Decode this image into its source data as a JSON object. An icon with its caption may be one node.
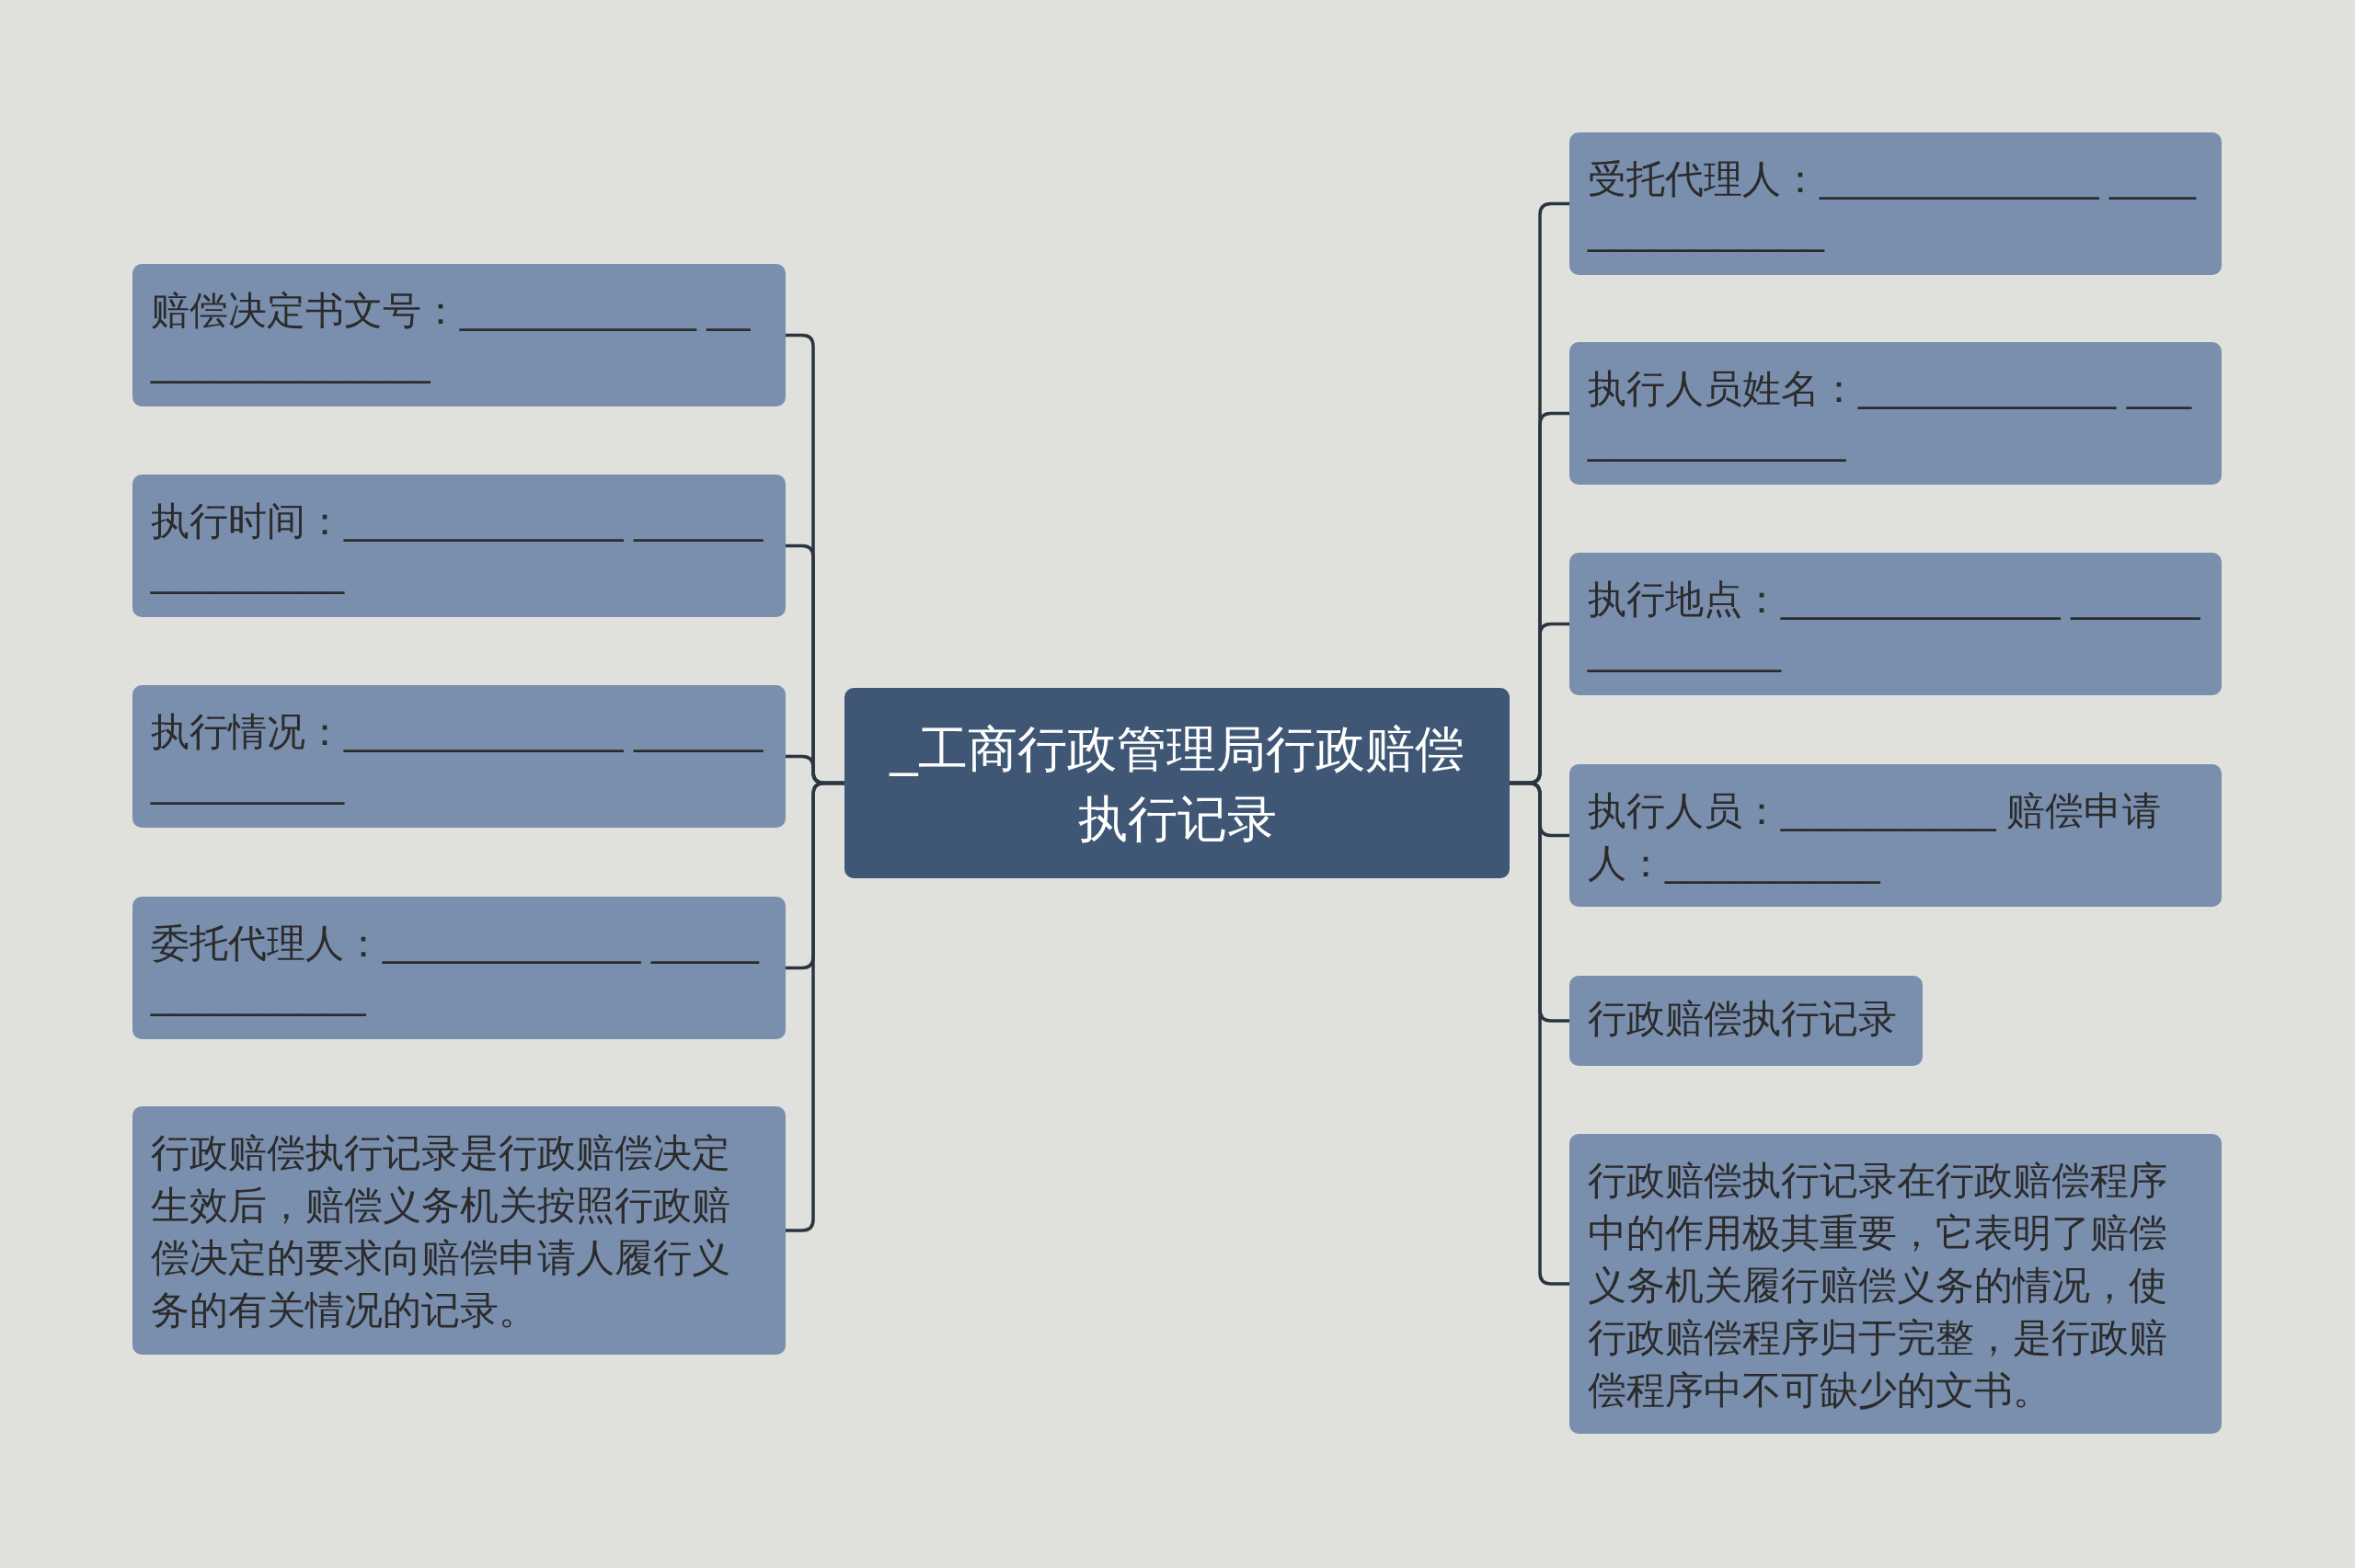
{
  "diagram": {
    "nodes": [
      {
        "text": [
          "_工商行政管理局行政赔偿执行记录"
        ]
      },
      {
        "text": [
          "赔偿决定书文号：___________ _______________"
        ]
      },
      {
        "text": [
          "执行时间：_____________ _______________"
        ]
      },
      {
        "text": [
          "执行情况：_____________ _______________"
        ]
      },
      {
        "text": [
          "委托代理人：____________ _______________"
        ]
      },
      {
        "text": [
          "行政赔偿执行记录是行政赔偿决定生效后，赔偿义务机关按照行政赔偿决定的要求向赔偿申请人履行义务的有关情况的记录。"
        ]
      },
      {
        "text": [
          "受托代理人：_____________ _______________"
        ]
      },
      {
        "text": [
          "执行人员姓名：____________ _______________"
        ]
      },
      {
        "text": [
          "执行地点：_____________ _______________"
        ]
      },
      {
        "text": [
          "执行人员：__________ 赔偿申请人：__________"
        ]
      },
      {
        "text": [
          "行政赔偿执行记录"
        ]
      },
      {
        "text": [
          "行政赔偿执行记录在行政赔偿程序中的作用极其重要，它表明了赔偿义务机关履行赔偿义务的情况，使行政赔偿程序归于完整，是行政赔偿程序中不可缺少的文书。"
        ]
      }
    ],
    "edges": [
      {
        "from": 0,
        "to": 1,
        "arrow": "none"
      },
      {
        "from": 0,
        "to": 2,
        "arrow": "none"
      },
      {
        "from": 0,
        "to": 3,
        "arrow": "none"
      },
      {
        "from": 0,
        "to": 4,
        "arrow": "none"
      },
      {
        "from": 0,
        "to": 5,
        "arrow": "none"
      },
      {
        "from": 0,
        "to": 6,
        "arrow": "none"
      },
      {
        "from": 0,
        "to": 7,
        "arrow": "none"
      },
      {
        "from": 0,
        "to": 8,
        "arrow": "none"
      },
      {
        "from": 0,
        "to": 9,
        "arrow": "none"
      },
      {
        "from": 0,
        "to": 10,
        "arrow": "none"
      },
      {
        "from": 0,
        "to": 11,
        "arrow": "none"
      }
    ]
  }
}
